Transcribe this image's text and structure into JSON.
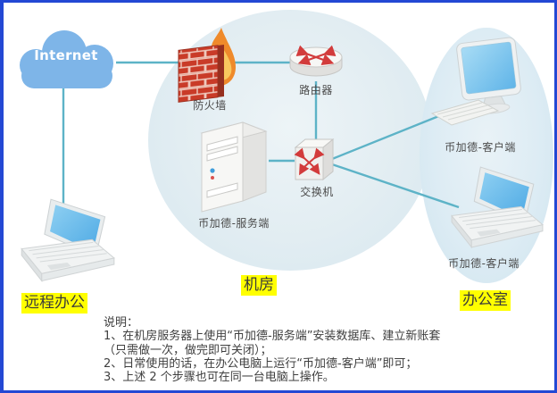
{
  "internet": {
    "label": "Internet"
  },
  "nodes": {
    "firewall": "防火墙",
    "router": "路由器",
    "switch": "交换机",
    "server": "币加德-服务端",
    "desktop_client": "币加德-客户端",
    "laptop_client": "币加德-客户端"
  },
  "zones": {
    "remote_office": "远程办公",
    "server_room": "机房",
    "office": "办公室"
  },
  "notes": {
    "title": "说明：",
    "line1": "1、在机房服务器上使用“币加德-服务端”安装数据库、建立新账套",
    "line2": "（只需做一次，做完即可关闭）；",
    "line3": "2、日常使用的话，在办公电脑上运行“币加德-客户端”即可；",
    "line4": "3、上述 2 个步骤也可在同一台电脑上操作。"
  },
  "icons": [
    "internet-cloud",
    "firewall",
    "router",
    "switch",
    "server-tower",
    "desktop-computer",
    "laptop"
  ],
  "colors": {
    "frame_border": "#2348d4",
    "cloud_blue": "#7eb5e8",
    "zone_fill": "#e2edf2",
    "wire_teal": "#5db3c7",
    "highlight_yellow": "#ffff00",
    "screen_blue": "#5fb4e8",
    "brick_red": "#c93b28",
    "arrow_red": "#d23b3b"
  }
}
